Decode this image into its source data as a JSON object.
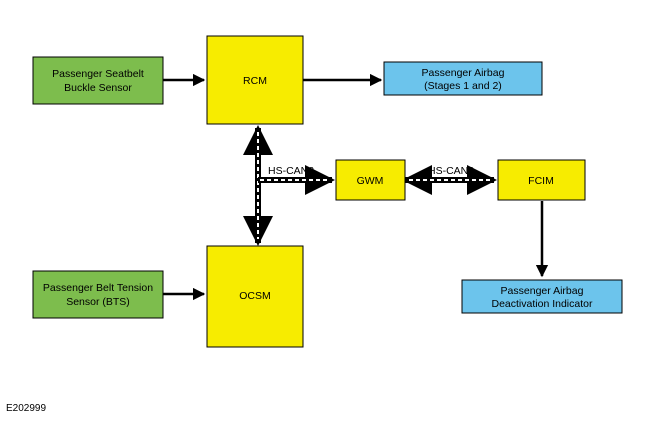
{
  "colors": {
    "sensor_green": "#7dbd4d",
    "module_yellow": "#f7ec00",
    "output_blue": "#6cc4ec",
    "line": "#000000",
    "bus_dash": "#ffffff"
  },
  "blocks": {
    "seatbelt_sensor": {
      "line1": "Passenger Seatbelt",
      "line2": "Buckle Sensor"
    },
    "rcm": {
      "label": "RCM"
    },
    "airbag": {
      "line1": "Passenger Airbag",
      "line2": "(Stages 1 and 2)"
    },
    "gwm": {
      "label": "GWM"
    },
    "fcim": {
      "label": "FCIM"
    },
    "ocsm": {
      "label": "OCSM"
    },
    "belt_tension_sensor": {
      "line1": "Passenger Belt Tension",
      "line2": "Sensor (BTS)"
    },
    "deactivation_indicator": {
      "line1": "Passenger Airbag",
      "line2": "Deactivation Indicator"
    }
  },
  "buses": {
    "hs_can2": "HS-CAN2",
    "hs_can3": "HS-CAN3"
  },
  "figure_id": "E202999"
}
